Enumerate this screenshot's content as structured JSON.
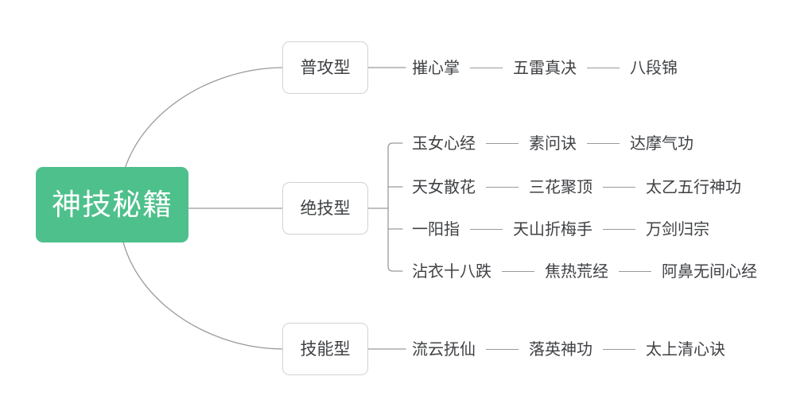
{
  "diagram": {
    "type": "mind-map",
    "title": "神技秘籍",
    "background_color": "#ffffff",
    "root": {
      "label": "神技秘籍",
      "fill_color": "#4ec08c",
      "text_color": "#ffffff"
    },
    "node_style": {
      "branch_border_color": "#d2d2d2",
      "branch_text_color": "#3f4144",
      "connector_color": "#9a9a9a",
      "leaf_text_color": "#3f4144"
    },
    "branches": [
      {
        "label": "普攻型",
        "rows": [
          [
            "摧心掌",
            "五雷真决",
            "八段锦"
          ]
        ]
      },
      {
        "label": "绝技型",
        "rows": [
          [
            "玉女心经",
            "素问诀",
            "达摩气功"
          ],
          [
            "天女散花",
            "三花聚顶",
            "太乙五行神功"
          ],
          [
            "一阳指",
            "天山折梅手",
            "万剑归宗"
          ],
          [
            "沾衣十八跌",
            "焦热荒经",
            "阿鼻无间心经"
          ]
        ]
      },
      {
        "label": "技能型",
        "rows": [
          [
            "流云抚仙",
            "落英神功",
            "太上清心诀"
          ]
        ]
      }
    ]
  }
}
